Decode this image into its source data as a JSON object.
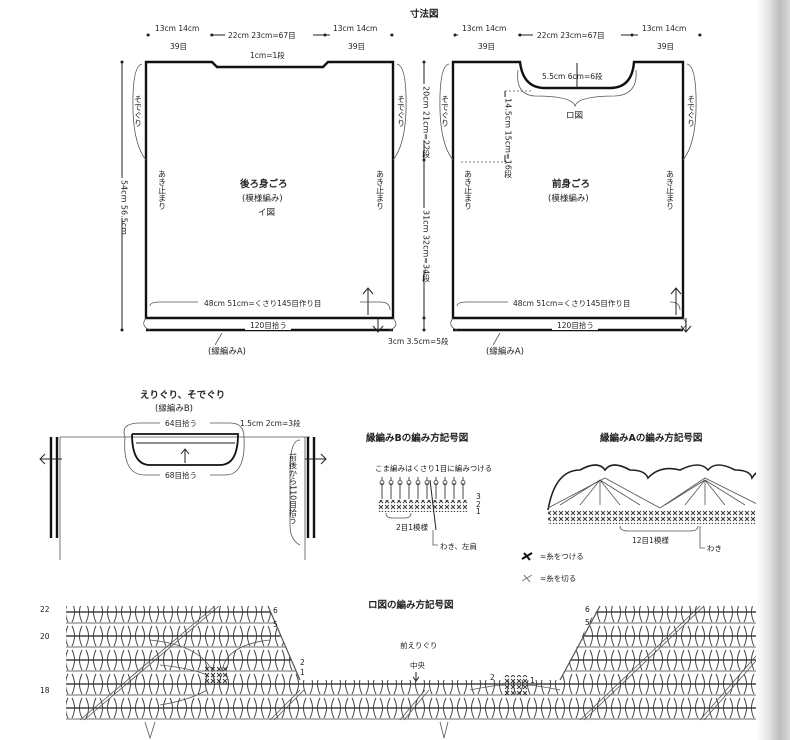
{
  "title": "寸法図",
  "back": {
    "top_left": "13cm 14cm",
    "top_left_st": "39目",
    "top_center": "22cm 23cm=67目",
    "top_right": "13cm 14cm",
    "top_right_st": "39目",
    "neck": "1cm=1段",
    "armhole_left": "そでぐり",
    "armhole_right": "そでぐり",
    "stop_left": "あき止まり",
    "stop_right": "あき止まり",
    "name": "後ろ身ごろ",
    "stitch": "(模様編み)",
    "fig": "イ図",
    "height": "54cm 56.5cm",
    "bottom": "48cm 51cm=くさり145目作り目",
    "pickup": "120目拾う",
    "border": "(縁編みA)"
  },
  "front": {
    "top_left": "13cm 14cm",
    "top_left_st": "39目",
    "top_center": "22cm 23cm=67目",
    "top_right": "13cm 14cm",
    "top_right_st": "39目",
    "neck": "5.5cm 6cm=6段",
    "neck_depth": "14.5cm 15cm=16段",
    "fig": "ロ図",
    "armhole_left": "そでぐり",
    "armhole_right": "そでぐり",
    "stop_left": "あき止まり",
    "stop_right": "あき止まり",
    "name": "前身ごろ",
    "stitch": "(模様編み)",
    "bottom": "48cm 51cm=くさり145目作り目",
    "pickup": "120目拾う",
    "border": "(縁編みA)"
  },
  "side": {
    "upper": "20cm 21cm=22段",
    "lower": "31cm 32cm=34段",
    "border": "3cm 3.5cm=5段"
  },
  "band_b": {
    "title": "えりぐり、そでぐり",
    "subtitle": "(縁編みB)",
    "pickup_top": "64目拾う",
    "pickup_bottom": "68目拾う",
    "height": "1.5cm 2cm=3段",
    "sleeve": "前後から110目拾う"
  },
  "chart_b": {
    "title": "縁編みBの編み方記号図",
    "note": "こま編みはくさり1目に編みつける",
    "repeat": "2目1模様",
    "side": "わき、左肩",
    "rows": [
      "3",
      "2",
      "1"
    ]
  },
  "chart_a": {
    "title": "縁編みAの編み方記号図",
    "repeat": "12目1模様",
    "side": "わき"
  },
  "legend": {
    "attach": "=糸をつける",
    "cut": "=糸を切る"
  },
  "chart_ro": {
    "title": "ロ図の編み方記号図",
    "neck": "前えりぐり",
    "center": "中央",
    "rows_left": [
      "22",
      "20",
      "18"
    ],
    "left_steps": [
      "6",
      "5",
      "2",
      "1"
    ],
    "right_steps": [
      "6",
      "5",
      "2",
      "1"
    ]
  }
}
